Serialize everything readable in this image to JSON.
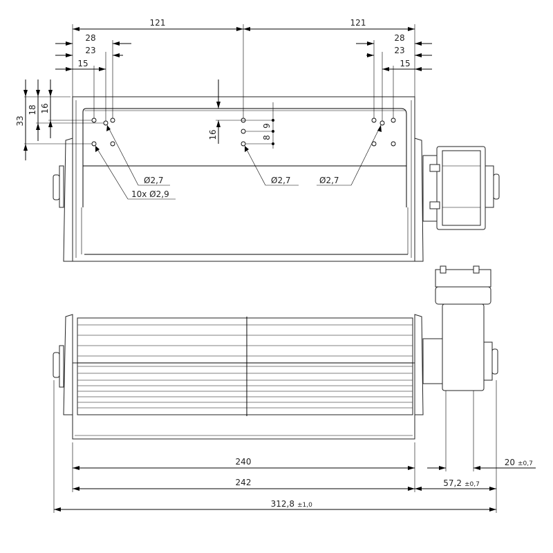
{
  "drawing": {
    "top_view": {
      "dims": {
        "half_left": "121",
        "half_right": "121",
        "left_28": "28",
        "left_23": "23",
        "left_15": "15",
        "right_28": "28",
        "right_23": "23",
        "right_15": "15",
        "v_33": "33",
        "v_18": "18",
        "v_16": "16",
        "mid_16": "16",
        "mid_9": "9",
        "mid_8": "8"
      },
      "callouts": {
        "hole_left": "Ø2,7",
        "hole_count": "10x Ø2,9",
        "hole_mid": "Ø2,7",
        "hole_right": "Ø2,7"
      }
    },
    "front_view": {
      "dims": {
        "d240": "240",
        "d242": "242",
        "d312": "312,8",
        "d312_tol": "±1,0",
        "d57": "57,2",
        "d57_tol": "±0,7",
        "d20": "20",
        "d20_tol": "±0,7"
      }
    }
  }
}
